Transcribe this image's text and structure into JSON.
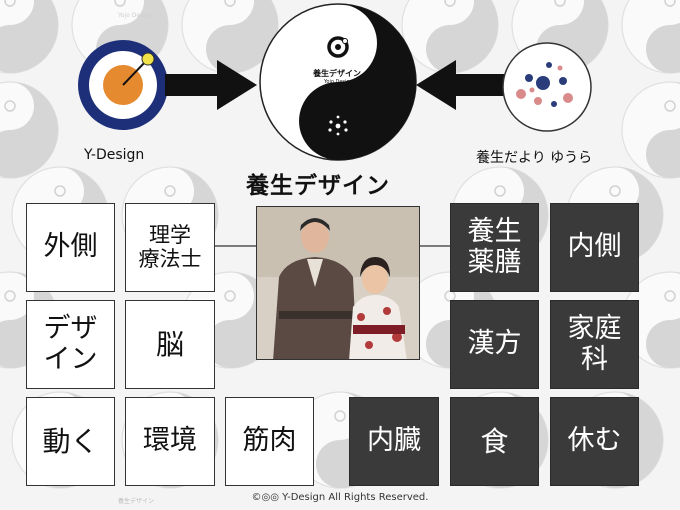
{
  "colors": {
    "dark_tile": "#3a3a3a",
    "navy": "#1e2f7a",
    "orange": "#e58a2e",
    "dot_navy": "#2a3c7a",
    "dot_pink": "#d98a8a"
  },
  "header": {
    "left_label": "Y-Design",
    "right_label": "養生だより ゆうら",
    "center_title": "養生デザイン",
    "logo_line1": "養生デザイン",
    "logo_line2": "Yojo Design"
  },
  "bg_tile_text": [
    "Yojo Design",
    "養生デザイン"
  ],
  "tiles": {
    "sotogawa": "外側",
    "rigaku": "理学\n療法士",
    "design": "デザ\nイン",
    "nou": "脳",
    "ugoku": "動く",
    "kankyo": "環境",
    "kinniku": "筋肉",
    "yakuzen": "養生\n薬膳",
    "uchigawa": "内側",
    "kanpo": "漢方",
    "kateika": "家庭\n科",
    "naizo": "内臓",
    "shoku": "食",
    "yasumu": "休む"
  },
  "footer": "©◎◎ Y-Design All Rights Reserved."
}
